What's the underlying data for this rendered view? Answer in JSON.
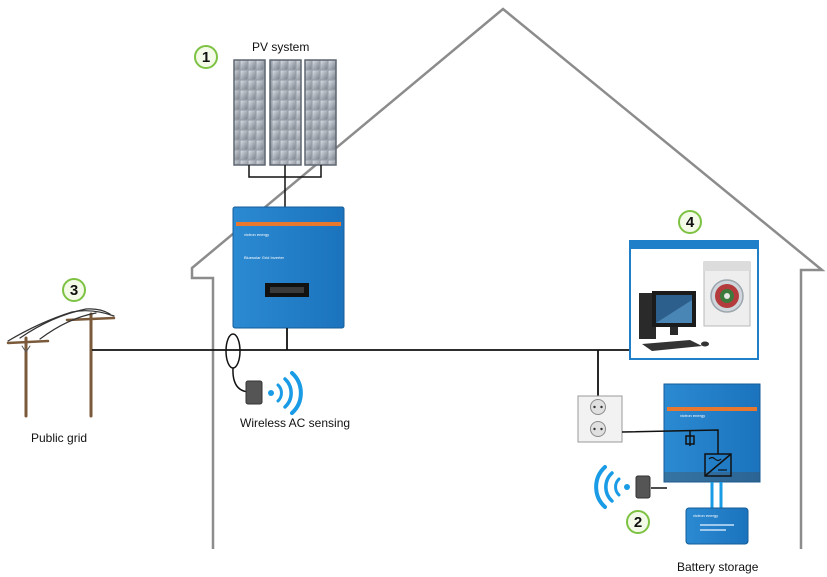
{
  "labels": {
    "pv_system": "PV system",
    "public_grid": "Public grid",
    "wireless_ac_sensing": "Wireless AC sensing",
    "battery_storage": "Battery storage"
  },
  "badges": {
    "pv": "1",
    "battery": "2",
    "grid": "3",
    "loads": "4"
  },
  "inverter": {
    "brand": "victron energy",
    "model": "Bluesolar Grid Inverter"
  },
  "multiplus": {
    "brand": "victron energy"
  },
  "battery_unit": {
    "brand": "victron energy"
  },
  "icons": [
    "solar-panel-icon",
    "inverter-icon",
    "power-pole-icon",
    "current-sensor-icon",
    "wireless-signal-icon",
    "wall-socket-icon",
    "computer-icon",
    "washing-machine-icon",
    "battery-icon"
  ],
  "colors": {
    "house_outline": "#8c8c8c",
    "victron_blue": "#1f7fc9",
    "victron_orange": "#e8782f",
    "wireless_blue": "#1a9be6",
    "badge_ring": "#7dc243",
    "badge_fill": "#f3fbe8",
    "pole_brown": "#7a5a3a",
    "wire": "#111111"
  }
}
